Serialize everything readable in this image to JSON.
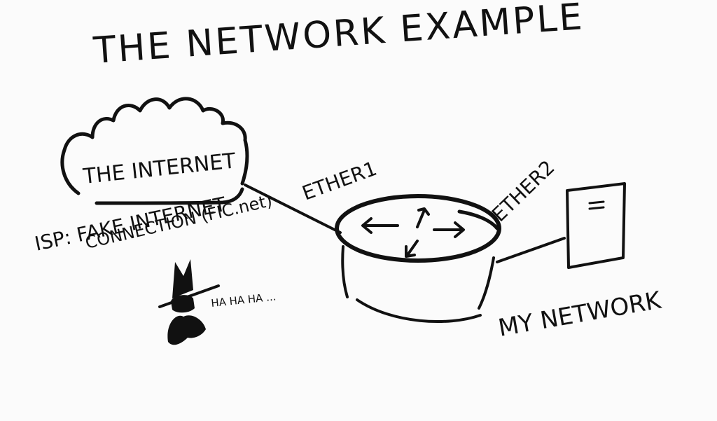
{
  "title": "THE NETWORK EXAMPLE",
  "nodes": {
    "internet": {
      "label": "THE INTERNET"
    },
    "isp": {
      "label_line1": "ISP: FAKE INTERNET",
      "label_line2": "CONNECTION (FIC.net)"
    },
    "hacker": {
      "caption": "HA HA HA ..."
    },
    "network_label": "MY NETWORK"
  },
  "links": {
    "ether1": "ETHER1",
    "ether2": "ETHER2"
  },
  "ink_color": "#111111",
  "paper_color": "#fbfbfb"
}
